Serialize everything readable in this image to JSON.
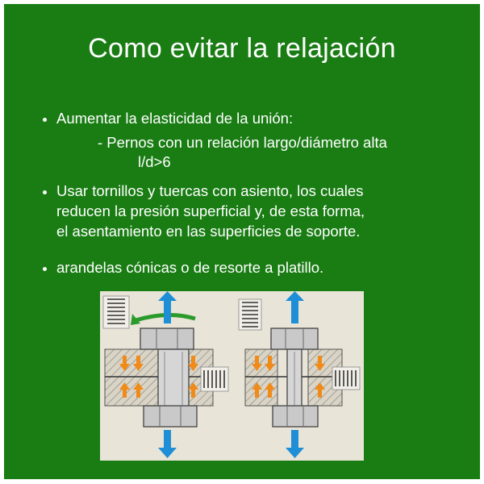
{
  "slide": {
    "title": "Como evitar la relajación",
    "bullets": [
      {
        "text": "Aumentar  la elasticidad de la unión:"
      },
      {
        "sub": "- Pernos con un relación largo/diámetro  alta",
        "sub2": "l/d>6"
      },
      {
        "lines": [
          "Usar tornillos  y tuercas con asiento, los cuales",
          "reducen la presión superficial y, de esta forma,",
          "el asentamiento  en las superficies de soporte."
        ]
      },
      {
        "text": "arandelas  cónicas o de resorte a platillo."
      }
    ]
  },
  "colors": {
    "background": "#1a7d14",
    "text": "#ffffff",
    "arrow_blue": "#1e8fd6",
    "arrow_orange": "#f08a18",
    "arrow_green": "#2a9a2a"
  }
}
